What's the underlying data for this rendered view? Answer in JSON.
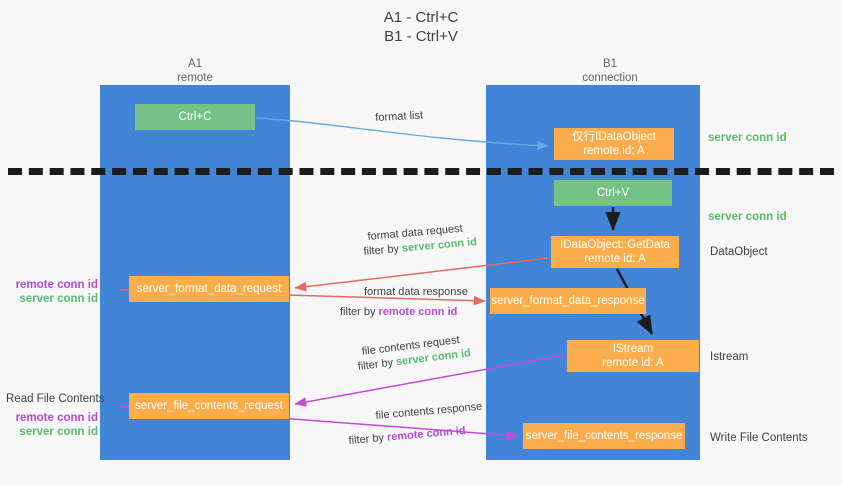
{
  "title": {
    "line1": "A1 - Ctrl+C",
    "line2": "B1 - Ctrl+V"
  },
  "lanes": {
    "left": {
      "name": "A1",
      "role": "remote"
    },
    "right": {
      "name": "B1",
      "role": "connection"
    }
  },
  "nodes": {
    "ctrl_c": {
      "label": "Ctrl+C"
    },
    "idataobject": {
      "line1": "仅行IDataObject",
      "line2": "remote id: A"
    },
    "ctrl_v": {
      "label": "Ctrl+V"
    },
    "getdata": {
      "line1": "IDataObject::GetData",
      "line2": "remote id: A"
    },
    "server_format_data_request": {
      "label": "server_format_data_request"
    },
    "server_format_data_response": {
      "label": "server_format_data_response"
    },
    "istream": {
      "line1": "IStream",
      "line2": "remote id: A"
    },
    "server_file_contents_request": {
      "label": "server_file_contents_request"
    },
    "server_file_contents_response": {
      "label": "server_file_contents_response"
    }
  },
  "edges": {
    "format_list": "format list",
    "format_data_request": "format data request",
    "format_data_request_filter_prefix": "filter by ",
    "format_data_request_filter_key": "server conn id",
    "format_data_response": "format data response",
    "format_data_response_filter_prefix": "filter by ",
    "format_data_response_filter_key": "remote conn id",
    "file_contents_request": "file contents request",
    "file_contents_request_filter_prefix": "filter by ",
    "file_contents_request_filter_key": "server conn id",
    "file_contents_response": "file contents response",
    "file_contents_response_filter_prefix": "filter by ",
    "file_contents_response_filter_key": "remote conn id"
  },
  "annotations": {
    "right": {
      "server_conn_id_top": "server conn id",
      "server_conn_id_mid": "server conn id",
      "dataobject": "DataObject",
      "istream": "Istream",
      "write_file_contents": "Write File Contents"
    },
    "left": {
      "remote_conn_id_1": "remote conn id",
      "server_conn_id_1": "server conn id",
      "read_file_contents": "Read File Contents",
      "remote_conn_id_2": "remote conn id",
      "server_conn_id_2": "server conn id"
    }
  },
  "colors": {
    "lane": "#4285d6",
    "green_node": "#76c187",
    "orange_node": "#fbad4b",
    "server_conn_id": "#57bb6c",
    "remote_conn_id": "#b44bd6",
    "arrow_blue": "#6aa8e8",
    "arrow_black": "#1c1c1c",
    "arrow_red": "#e8695f",
    "arrow_magenta": "#c14bd6",
    "background": "#f7f7f7"
  }
}
